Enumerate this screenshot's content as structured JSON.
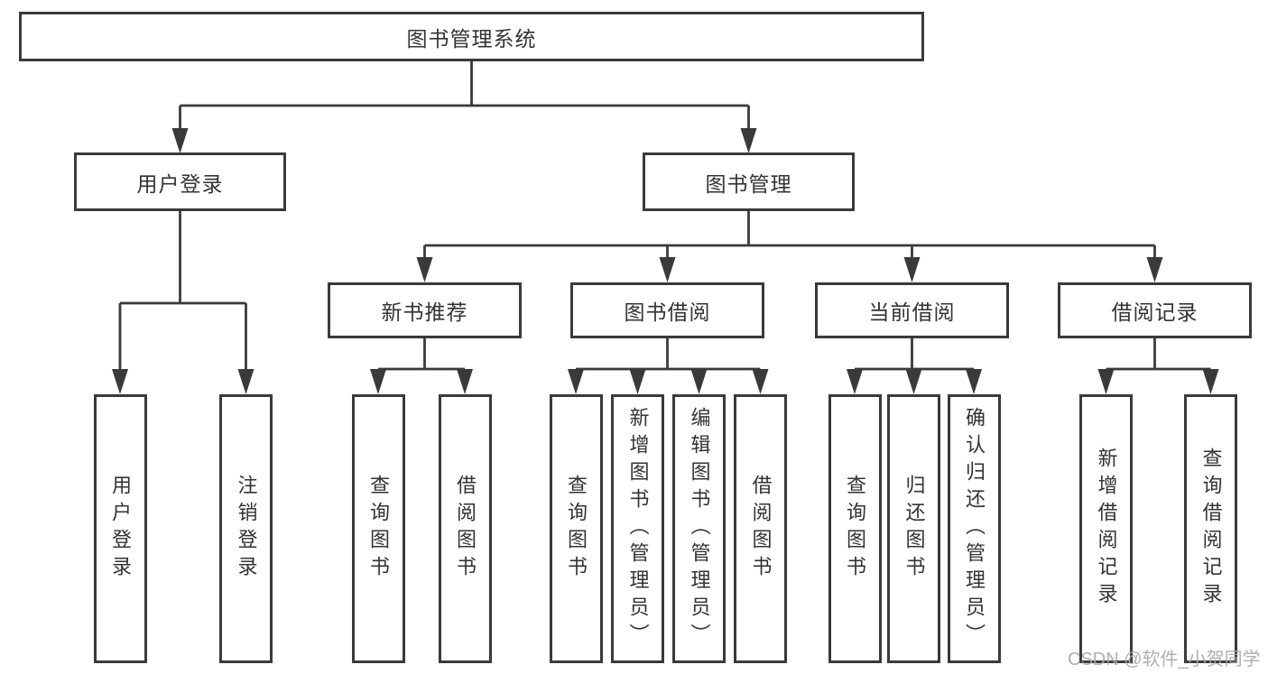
{
  "diagram": {
    "root": {
      "label": "图书管理系统"
    },
    "branches": [
      {
        "label": "用户登录",
        "children": [
          "用户登录",
          "注销登录"
        ]
      },
      {
        "label": "图书管理"
      }
    ],
    "modules": [
      {
        "label": "新书推荐",
        "children": [
          "查询图书",
          "借阅图书"
        ]
      },
      {
        "label": "图书借阅",
        "children": [
          "查询图书",
          "新增图书（管理员）",
          "编辑图书（管理员）",
          "借阅图书"
        ]
      },
      {
        "label": "当前借阅",
        "children": [
          "查询图书",
          "归还图书",
          "确认归还（管理员）"
        ]
      },
      {
        "label": "借阅记录",
        "children": [
          "新增借阅记录",
          "查询借阅记录"
        ]
      }
    ]
  },
  "watermark": {
    "text": "CSDN @软件_小贺同学"
  },
  "colors": {
    "line": "#3a3a3a",
    "text": "#333333",
    "background": "#ffffff",
    "watermark": "#a8a8a8"
  }
}
